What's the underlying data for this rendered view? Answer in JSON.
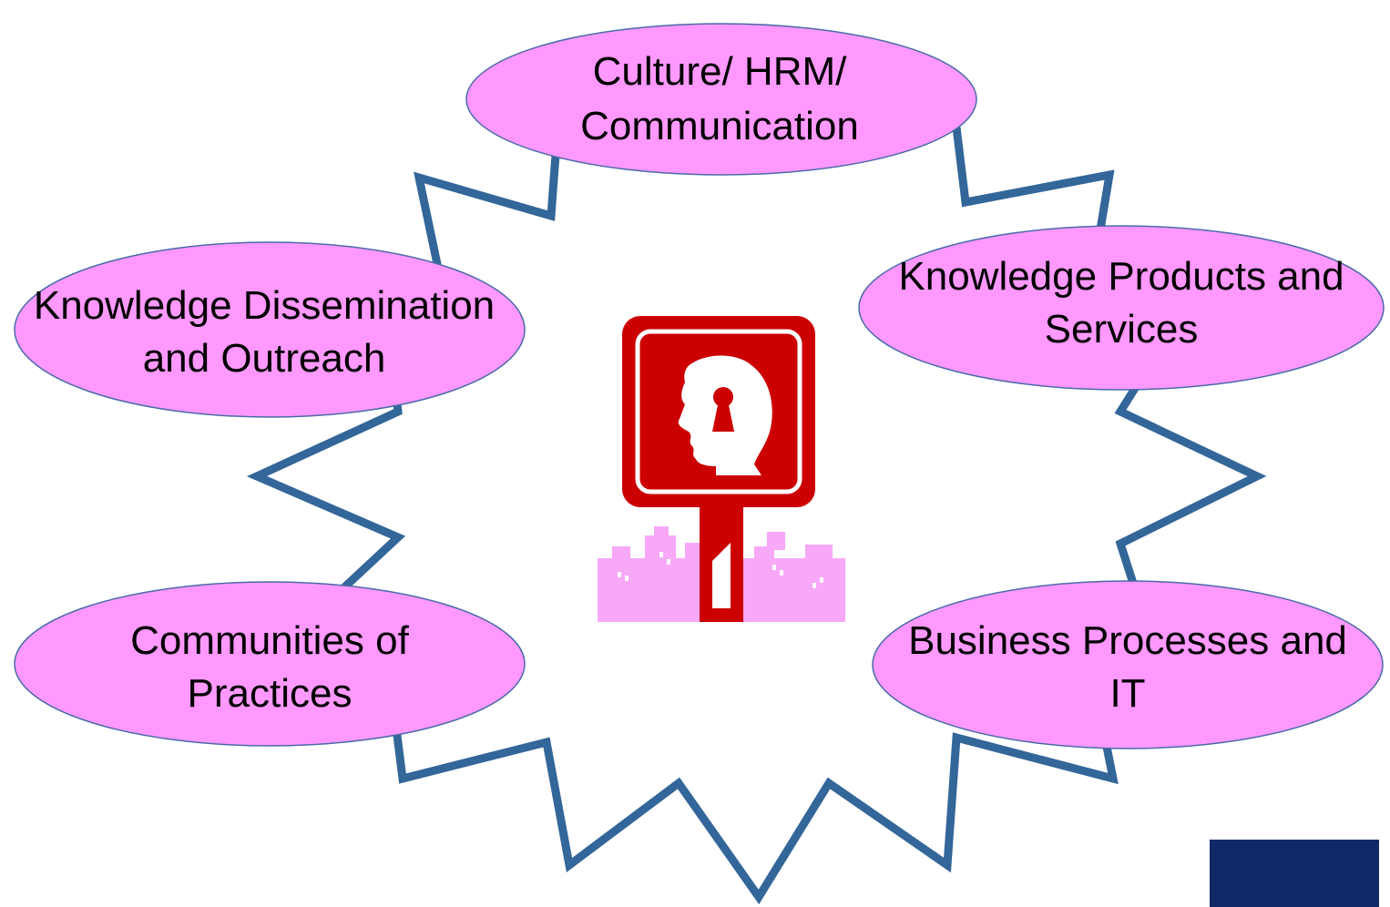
{
  "colors": {
    "burst_stroke": "#336699",
    "bubble_fill": "#ff99ff",
    "bubble_stroke": "#4a6aa8",
    "sign_red": "#cc0000",
    "skyline_pink": "#f7a8f7",
    "corner_block": "#0f2a66"
  },
  "icons": {
    "center_sign": "head-keyhole-sign-icon",
    "corner": "navy-block"
  },
  "bubbles": [
    {
      "id": "top",
      "lines": [
        "Culture/ HRM/",
        "Communication"
      ]
    },
    {
      "id": "left",
      "lines": [
        "Knowledge Dissemination",
        "and Outreach"
      ]
    },
    {
      "id": "right",
      "lines": [
        "Knowledge Products and",
        "Services"
      ]
    },
    {
      "id": "bottom-left",
      "lines": [
        "Communities of",
        "Practices"
      ]
    },
    {
      "id": "bottom-right",
      "lines": [
        "Business Processes and",
        "IT"
      ]
    }
  ]
}
